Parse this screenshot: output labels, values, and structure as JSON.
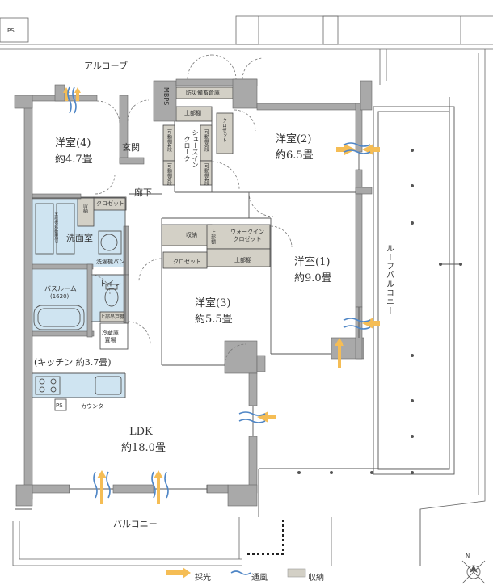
{
  "labels": {
    "ps_top": "PS",
    "alcove": "アルコーブ",
    "mbps": "MBPS",
    "disaster_store": "防災備蓄倉庫",
    "upper_shelf_a": "上部棚",
    "closet_a": "クロゼット",
    "shoe_in_closet": "シューズイン\nクローク",
    "movable_shelf_a": "可動棚4段",
    "movable_shelf_b": "可動棚6段",
    "movable_shelf_c": "可動棚6段",
    "movable_shelf_d": "可動棚4段",
    "room4_name": "洋室(4)",
    "room4_size": "約4.7畳",
    "entrance": "玄関",
    "corridor": "廊下",
    "room2_name": "洋室(2)",
    "room2_size": "約6.5畳",
    "storage_a": "収納",
    "closet_b": "クロゼット",
    "washroom": "洗面室",
    "washer_pan": "洗濯機パン",
    "towel_shelf": "五段棚(移動棚付)",
    "bathroom_name": "バスルーム",
    "bathroom_size": "(1620)",
    "toilet": "トイレ",
    "upper_shelf_b": "上部吊戸棚",
    "storage_b": "収納",
    "walkin_closet": "ウォークイン\nクロゼット",
    "upper_shelf_c": "上部棚",
    "upper_shelf_d": "上部棚",
    "closet_c": "クロゼット",
    "room1_name": "洋室(1)",
    "room1_size": "約9.0畳",
    "room3_name": "洋室(3)",
    "room3_size": "約5.5畳",
    "fridge": "冷蔵庫\n置場",
    "kitchen": "(キッチン 約3.7畳)",
    "ps_kitchen": "PS",
    "counter": "カウンター",
    "ldk_name": "LDK",
    "ldk_size": "約18.0畳",
    "roof_balcony": "ルーフバルコニー",
    "balcony": "バルコニー"
  },
  "legend": {
    "light": "採光",
    "wind": "通風",
    "storage": "収納"
  },
  "north": "N",
  "colors": {
    "wall": "#a9a9a9",
    "storage": "#d3d0c6",
    "wet": "#cfe4f1",
    "light_arrow": "#f5bd55",
    "wind": "#4f86c6",
    "line": "#555555"
  }
}
